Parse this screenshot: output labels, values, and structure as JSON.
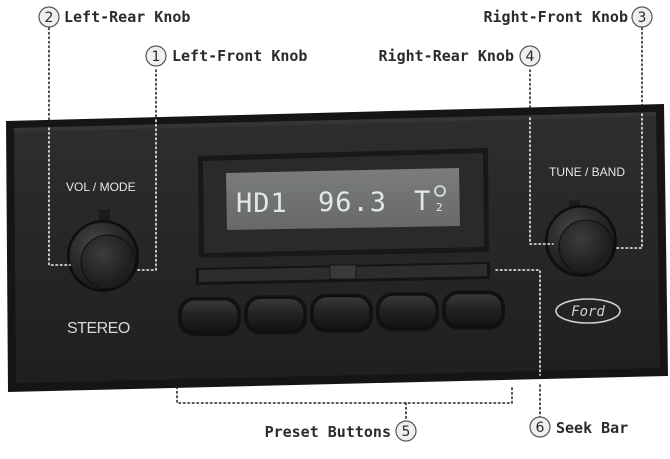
{
  "callouts": [
    {
      "number": "1",
      "label": "Left-Front Knob"
    },
    {
      "number": "2",
      "label": "Left-Rear Knob"
    },
    {
      "number": "3",
      "label": "Right-Front Knob"
    },
    {
      "number": "4",
      "label": "Right-Rear Knob"
    },
    {
      "number": "5",
      "label": "Preset Buttons"
    },
    {
      "number": "6",
      "label": "Seek Bar"
    }
  ],
  "radio": {
    "vol_label": "VOL / MODE",
    "tune_label": "TUNE / BAND",
    "stereo_label": "STEREO",
    "brand_label": "Ford",
    "display": {
      "left": "HD1",
      "frequency": "96.3",
      "right": "T"
    },
    "preset_count": 5
  },
  "colors": {
    "faceplate": "#262626",
    "display_background": "#6f7271",
    "display_text": "#e3e7e5",
    "button": "#1e1e1e",
    "label_text": "#2b2b2b"
  }
}
